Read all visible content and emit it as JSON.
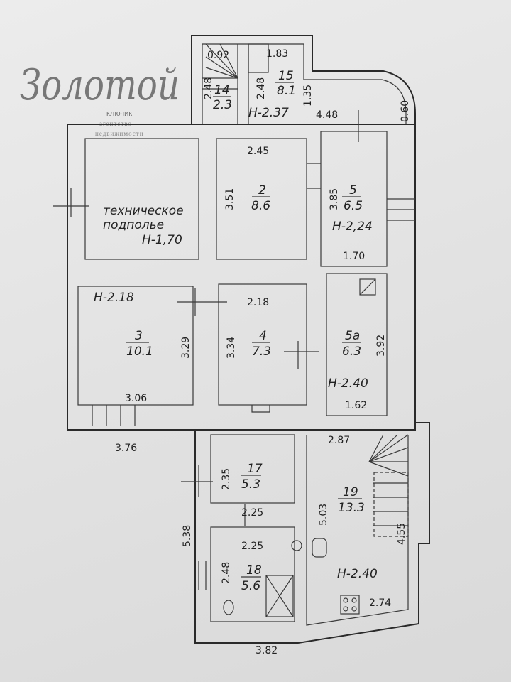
{
  "logo": {
    "name": "Золотой",
    "sub1": "ключик",
    "sub2": "агентство",
    "sub3": "недвижимости"
  },
  "rooms": {
    "tech": {
      "name": "техническое",
      "name2": "подполье",
      "height": "Н-1,70"
    },
    "r2": {
      "num": "2",
      "area": "8.6",
      "dims": [
        "2.45",
        "3.51"
      ]
    },
    "r3": {
      "num": "3",
      "area": "10.1",
      "height": "Н-2.18",
      "dims": [
        "3.29",
        "3.06"
      ]
    },
    "r4": {
      "num": "4",
      "area": "7.3",
      "dims": [
        "2.18",
        "3.34"
      ]
    },
    "r5": {
      "num": "5",
      "area": "6.5",
      "height": "Н-2,24",
      "dims": [
        "3.85",
        "1.70"
      ]
    },
    "r5a": {
      "num": "5а",
      "area": "6.3",
      "height": "Н-2.40",
      "dims": [
        "3.92",
        "1.62"
      ]
    },
    "r14": {
      "num": "14",
      "area": "2.3",
      "dims": [
        "0.92",
        "2.48"
      ]
    },
    "r15": {
      "num": "15",
      "area": "8.1",
      "height": "Н-2.37",
      "dims": [
        "1.83",
        "2.48",
        "1.35",
        "4.48",
        "0.60"
      ]
    },
    "r17": {
      "num": "17",
      "area": "5.3",
      "dims": [
        "2.35",
        "2.25"
      ]
    },
    "r18": {
      "num": "18",
      "area": "5.6",
      "dims": [
        "2.25",
        "2.48"
      ]
    },
    "r19": {
      "num": "19",
      "area": "13.3",
      "height": "Н-2.40",
      "dims": [
        "2.87",
        "5.03",
        "4.55",
        "2.74"
      ]
    }
  },
  "outer_dims": {
    "main_width": "3.76",
    "lower_height": "5.38",
    "lower_width": "3.82"
  }
}
